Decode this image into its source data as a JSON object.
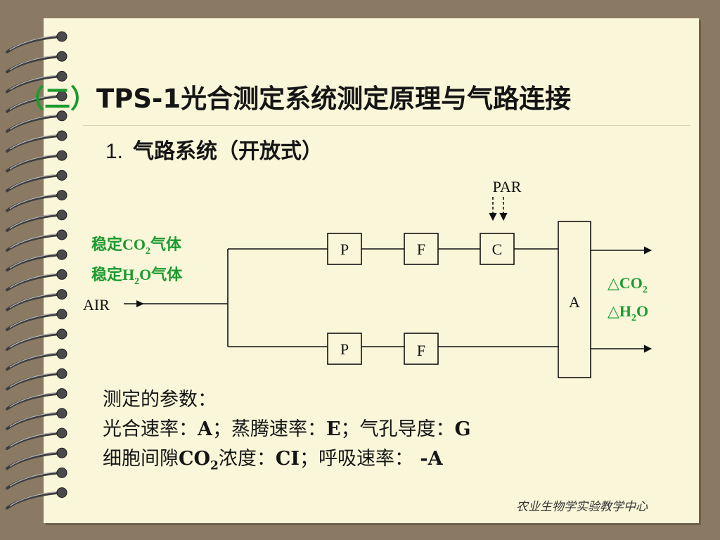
{
  "title": {
    "prefix": "（二）",
    "main": "TPS-1光合测定系统测定原理与气路连接"
  },
  "subtitle": {
    "number": "1.",
    "text": "气路系统（开放式）"
  },
  "diagram": {
    "par_label": "PAR",
    "air_label": "AIR",
    "gas_co2": {
      "prefix": "稳定",
      "formula": "CO",
      "sub": "2",
      "suffix": "气体"
    },
    "gas_h2o": {
      "prefix": "稳定",
      "formula": "H",
      "sub": "2",
      "formula_tail": "O",
      "suffix": "气体"
    },
    "upper_boxes": [
      "P",
      "F",
      "C"
    ],
    "lower_boxes": [
      "P",
      "F"
    ],
    "analyzer_label": "A",
    "delta_co2": {
      "symbol": "△",
      "formula": "CO",
      "sub": "2"
    },
    "delta_h2o": {
      "symbol": "△",
      "formula": "H",
      "sub": "2",
      "tail": "O"
    },
    "green": "#1c9a2e"
  },
  "params": {
    "heading": "测定的参数：",
    "line2": {
      "a": "光合速率：",
      "b": "A",
      "c": "；蒸腾速率：",
      "d": "E",
      "e": "；气孔导度：",
      "f": "G"
    },
    "line3": {
      "a": "细胞间隙",
      "b": "CO",
      "sub": "2",
      "c": "浓度：",
      "d": "CI",
      "e": "；呼吸速率：",
      "f": " -A"
    }
  },
  "footer": "农业生物学实验教学中心"
}
